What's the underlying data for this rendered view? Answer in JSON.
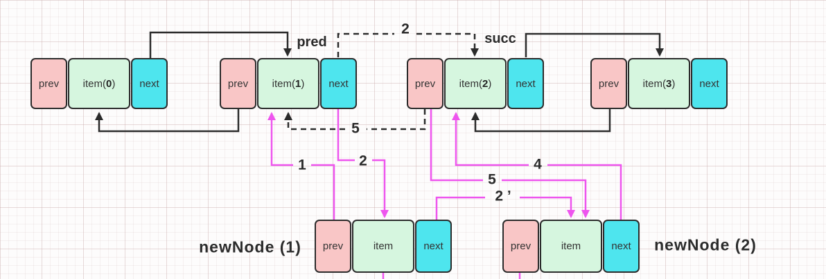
{
  "diagram": {
    "pointer_labels": {
      "pred": "pred",
      "succ": "succ"
    },
    "nodes": [
      {
        "prev": "prev",
        "item_pre": "item(",
        "item_num": "0",
        "item_post": ")",
        "next": "next"
      },
      {
        "prev": "prev",
        "item_pre": "item(",
        "item_num": "1",
        "item_post": ")",
        "next": "next"
      },
      {
        "prev": "prev",
        "item_pre": "item(",
        "item_num": "2",
        "item_post": ")",
        "next": "next"
      },
      {
        "prev": "prev",
        "item_pre": "item(",
        "item_num": "3",
        "item_post": ")",
        "next": "next"
      }
    ],
    "new_nodes": [
      {
        "caption": "newNode (1)",
        "prev": "prev",
        "item": "item",
        "next": "next"
      },
      {
        "caption": "newNode (2)",
        "prev": "prev",
        "item": "item",
        "next": "next"
      }
    ],
    "edge_labels": {
      "dashed_top": "2",
      "dashed_bottom": "5",
      "step_1": "1",
      "step_2": "2",
      "step_4": "4",
      "step_5": "5",
      "step_2_prime": "2 ’"
    },
    "colors": {
      "prev_cell": "#f9c6c6",
      "item_cell": "#d6f6df",
      "next_cell": "#4ee5ee",
      "line": "#2b2b2b",
      "accent_magenta": "#ee55ee"
    }
  }
}
